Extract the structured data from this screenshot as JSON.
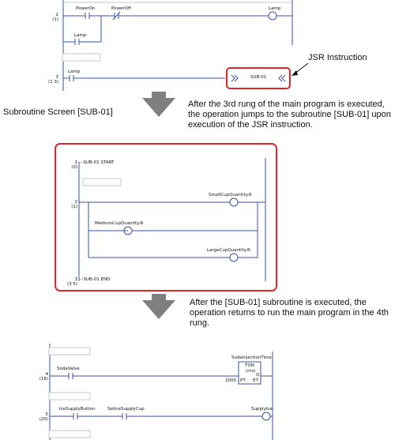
{
  "main_top": {
    "rung2_no": "2",
    "rung2_sub": "(1)",
    "rung3_no": "3",
    "rung3_sub": "(1 3)",
    "contact_poweron": "PowerOn",
    "contact_poweroff": "PowerOff",
    "contact_lamp_branch": "Lamp",
    "coil_lamp": "Lamp",
    "contact_lamp_rung3": "Lamp",
    "jsr_target": "SUB-01",
    "jsr_callout": "JSR Instruction"
  },
  "captions": {
    "subroutine_screen": "Subroutine Screen [SUB-01]",
    "jump_text": "After the 3rd rung of the main program is executed, the operation jumps to the subroutine [SUB-01] upon execution of the JSR instruction.",
    "return_text": "After the [SUB-01] subroutine is executed, the operation returns to run the main program in the 4th rung."
  },
  "subroutine": {
    "row1_no": "1",
    "row1_sub": "(0)",
    "start_label": "SUB-01  START",
    "row2_no": "2",
    "row2_sub": "(1)",
    "coil_small": "SmallCupQuantity.R",
    "coil_medium": "MediumCupQuantity.R",
    "coil_large": "LargeCupQuantity.R",
    "row3_no": "3",
    "row3_sub": "(3 5)",
    "end_label": "SUB-01  END"
  },
  "main_bottom": {
    "rung4_no": "4",
    "rung4_sub": "(18)",
    "rung5_no": "5",
    "rung5_sub": "(20)",
    "contact_sodavalve": "SodaValve",
    "timer_name": "SodaInjectionTime",
    "timer_type": "TON",
    "timer_unit": "(ms)",
    "timer_q": "Q",
    "timer_pt": "PT",
    "timer_et": "ET",
    "timer_preset": "2000",
    "contact_icesupply": "IceSupplyButton",
    "contact_setice": "SetIceSupplyCup",
    "coil_supplyice": "SupplyIce"
  },
  "colors": {
    "highlight_red": "#e0262b",
    "rail_blue": "#3a4fa8",
    "arrow_gray": "#7f7f7f"
  }
}
